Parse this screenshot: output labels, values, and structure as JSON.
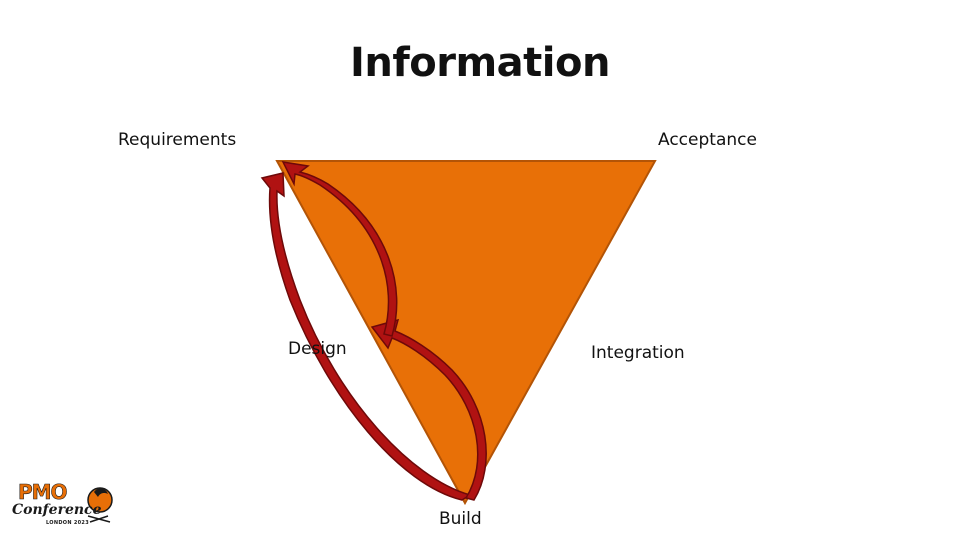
{
  "slide": {
    "title": "Information"
  },
  "diagram": {
    "vertices": {
      "requirements": "Requirements",
      "acceptance": "Acceptance",
      "design": "Design",
      "integration": "Integration",
      "build": "Build"
    },
    "colors": {
      "triangle_fill": "#e87007",
      "triangle_stroke": "#b35406",
      "arrow_fill": "#b01212",
      "arrow_stroke": "#7a0a0a"
    }
  },
  "logo": {
    "name": "PMO",
    "script": "Conference",
    "sub": "LONDON 2023",
    "color": "#e86f07"
  }
}
